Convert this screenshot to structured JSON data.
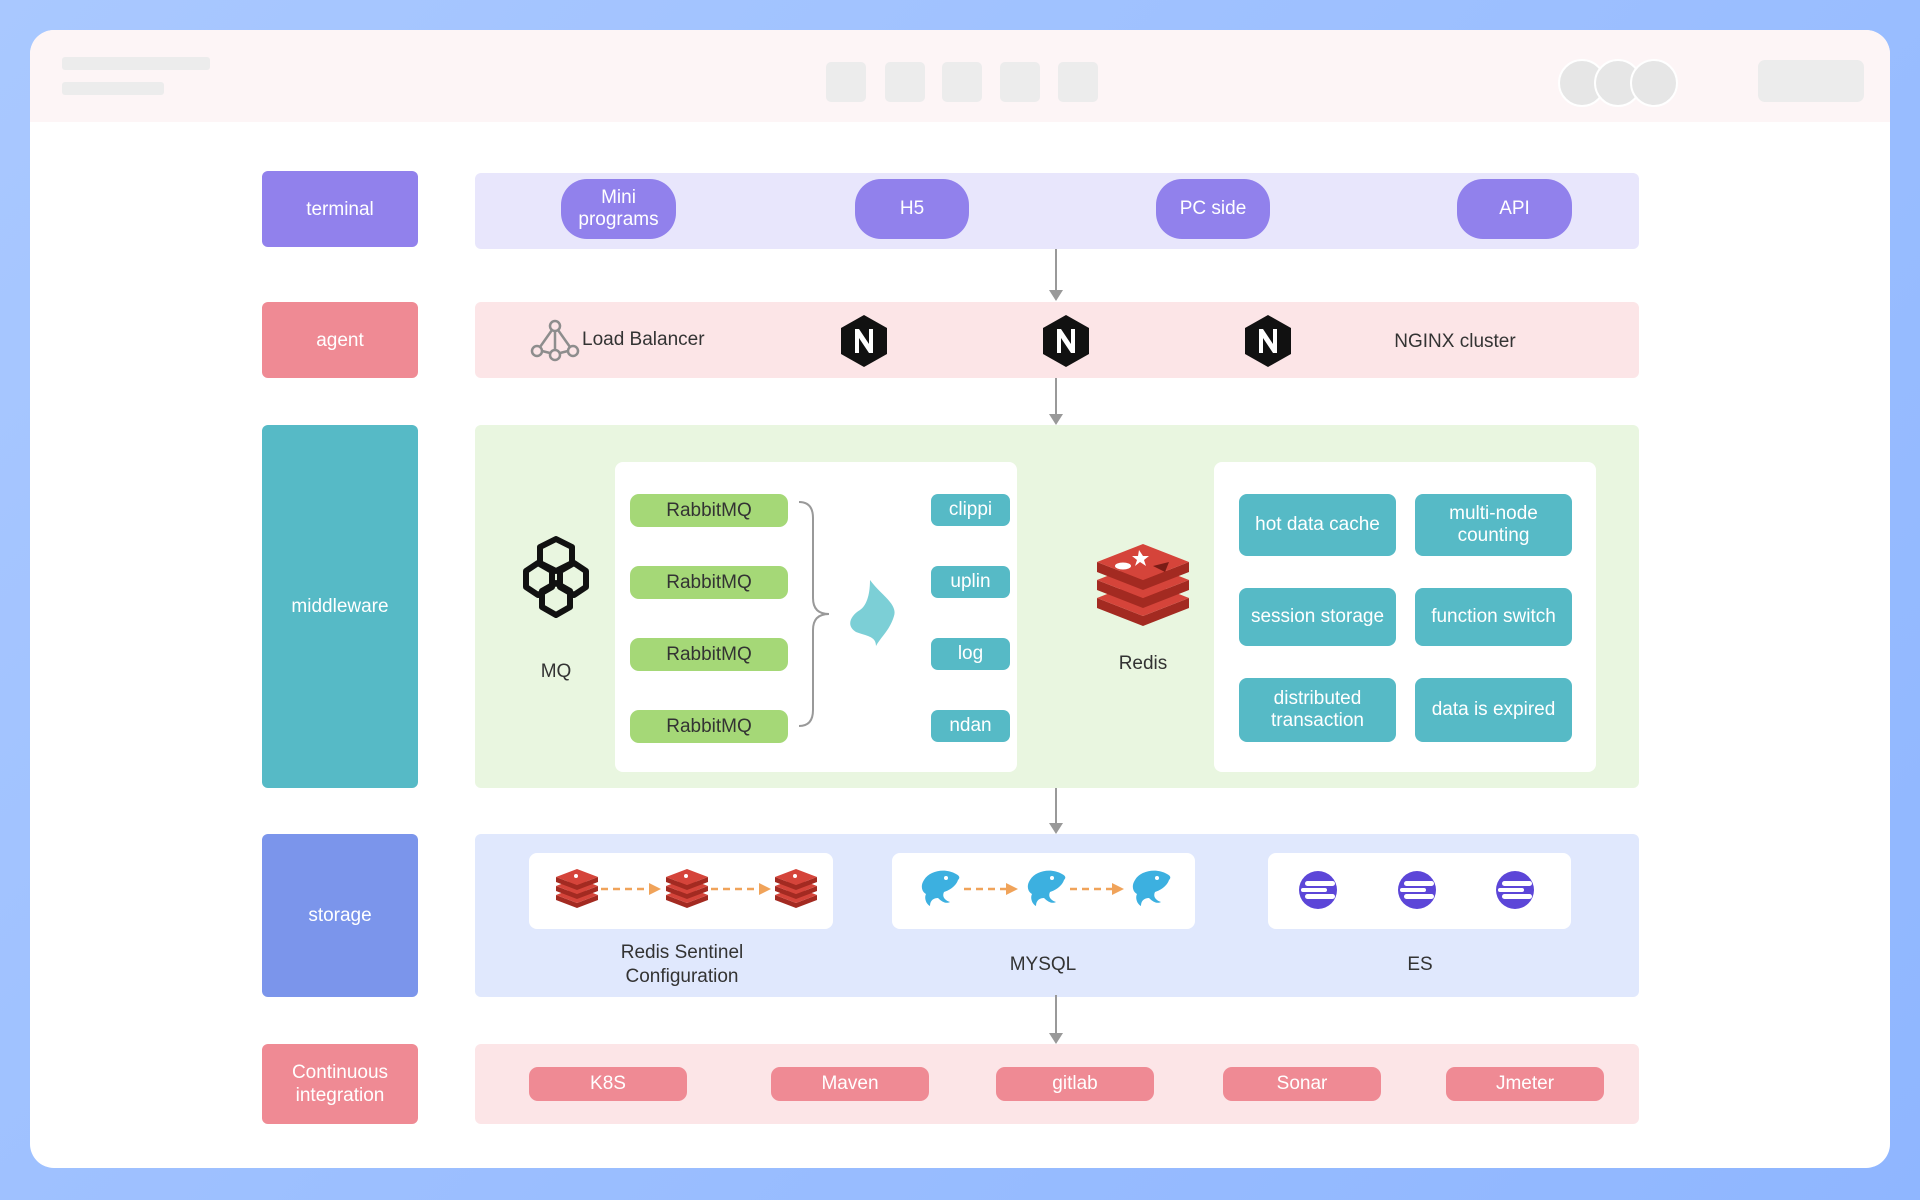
{
  "layers": {
    "terminal": {
      "label": "terminal",
      "items": [
        "Mini programs",
        "H5",
        "PC side",
        "API"
      ]
    },
    "agent": {
      "label": "agent",
      "load_balancer": "Load Balancer",
      "cluster": "NGINX cluster",
      "nginx_icon_count": 3
    },
    "middleware": {
      "label": "middleware",
      "mq_caption": "MQ",
      "queues": [
        "RabbitMQ",
        "RabbitMQ",
        "RabbitMQ",
        "RabbitMQ"
      ],
      "consumers": [
        "clippi",
        "uplin",
        "log",
        "ndan"
      ],
      "redis_caption": "Redis",
      "redis_uses": [
        "hot data cache",
        "multi-node counting",
        "session storage",
        "function switch",
        "distributed transaction",
        "data is expired"
      ]
    },
    "storage": {
      "label": "storage",
      "groups": [
        "Redis Sentinel Configuration",
        "MYSQL",
        "ES"
      ]
    },
    "ci": {
      "label": "Continuous integration",
      "tools": [
        "K8S",
        "Maven",
        "gitlab",
        "Sonar",
        "Jmeter"
      ]
    }
  },
  "colors": {
    "terminal": "#9181ec",
    "terminal_lane": "#e8e6fc",
    "agent": "#ef8a94",
    "agent_lane": "#fce5e7",
    "middleware": "#56bac6",
    "middleware_lane": "#e9f6e0",
    "queue_chip": "#a5d877",
    "storage": "#7b95eb",
    "storage_lane": "#e0e8fd",
    "ci": "#ef8a94",
    "ci_lane": "#fce5e7",
    "redis_red": "#d5443a",
    "mysql_blue": "#3cb0e0",
    "es_purple": "#5c46d8"
  },
  "icons": [
    "load-balancer-icon",
    "nginx-icon",
    "mq-icon",
    "redis-icon",
    "mysql-dolphin-icon",
    "elasticsearch-icon",
    "dashed-arrow-icon"
  ]
}
